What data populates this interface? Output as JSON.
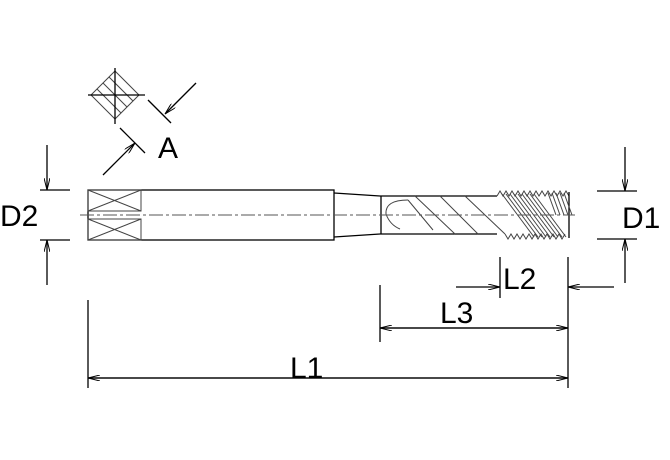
{
  "labels": {
    "a": "A",
    "d1": "D1",
    "d2": "D2",
    "l1": "L1",
    "l2": "L2",
    "l3": "L3"
  },
  "colors": {
    "line": "#000000",
    "background": "#ffffff"
  }
}
